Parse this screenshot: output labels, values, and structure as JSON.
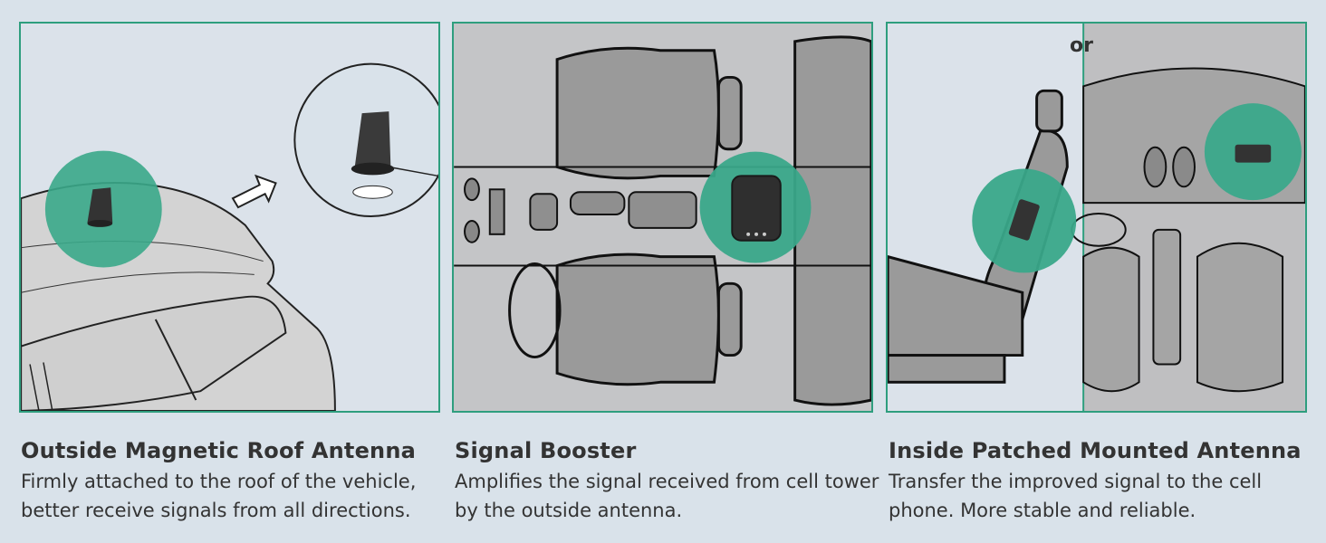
{
  "panels": [
    {
      "title": "Outside Magnetic Roof Antenna",
      "description": "Firmly attached to the roof of the vehicle, better receive signals from all directions."
    },
    {
      "title": "Signal Booster",
      "description": "Amplifies the signal received from cell tower by the outside antenna."
    },
    {
      "title": "Inside Patched Mounted Antenna",
      "description": "Transfer the improved signal to the cell phone. More stable and reliable."
    }
  ],
  "or_label": "or",
  "colors": {
    "accent": "#2e9e7e",
    "highlight": "#3aa88a",
    "background": "#d9e2ea"
  },
  "icons": [
    "roof-antenna-icon",
    "arrow-icon",
    "signal-booster-icon",
    "patch-antenna-icon"
  ]
}
